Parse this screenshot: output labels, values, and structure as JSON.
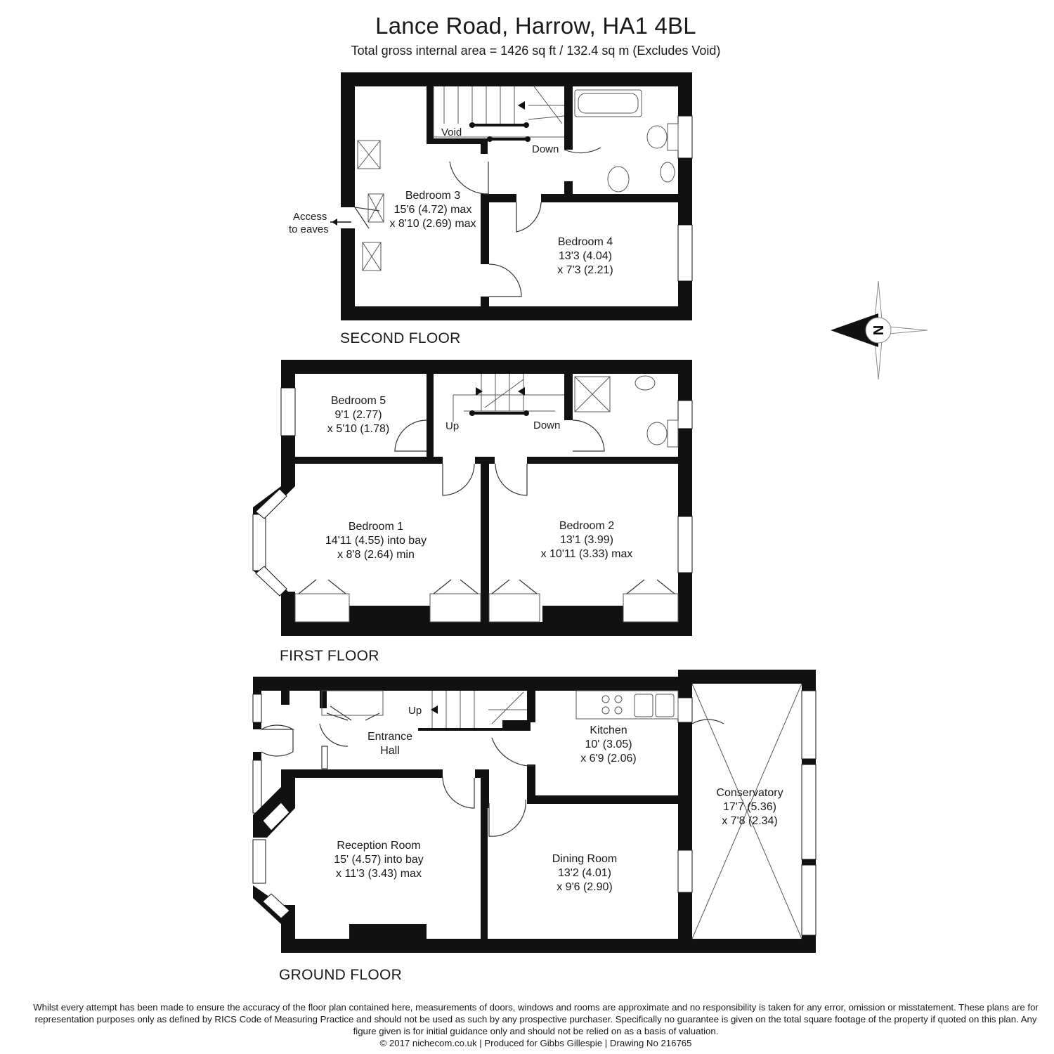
{
  "header": {
    "title": "Lance Road, Harrow, HA1 4BL",
    "subtitle": "Total gross internal area =  1426 sq ft / 132.4 sq m (Excludes Void)"
  },
  "floors": {
    "second": "SECOND FLOOR",
    "first": "FIRST FLOOR",
    "ground": "GROUND FLOOR"
  },
  "rooms": {
    "bedroom3": [
      "Bedroom 3",
      "15'6 (4.72) max",
      "x 8'10 (2.69) max"
    ],
    "bedroom4": [
      "Bedroom 4",
      "13'3 (4.04)",
      "x 7'3 (2.21)"
    ],
    "bedroom5": [
      "Bedroom 5",
      "9'1 (2.77)",
      "x 5'10 (1.78)"
    ],
    "bedroom1": [
      "Bedroom 1",
      "14'11 (4.55) into bay",
      "x 8'8 (2.64) min"
    ],
    "bedroom2": [
      "Bedroom 2",
      "13'1 (3.99)",
      "x 10'11 (3.33) max"
    ],
    "kitchen": [
      "Kitchen",
      "10' (3.05)",
      "x 6'9 (2.06)"
    ],
    "entrance": [
      "Entrance",
      "Hall"
    ],
    "conservatory": [
      "Conservatory",
      "17'7 (5.36)",
      "x 7'8 (2.34)"
    ],
    "reception": [
      "Reception Room",
      "15' (4.57) into bay",
      "x 11'3 (3.43) max"
    ],
    "dining": [
      "Dining Room",
      "13'2 (4.01)",
      "x 9'6 (2.90)"
    ]
  },
  "labels": {
    "void": "Void",
    "down": "Down",
    "up": "Up",
    "access": [
      "Access",
      "to eaves"
    ],
    "north": "N"
  },
  "footer": {
    "disclaimer": "Whilst every attempt has been made to ensure the accuracy of the floor plan contained here, measurements of doors, windows and rooms are approximate and no responsibility is taken for any error, omission or misstatement. These plans are for representation purposes only as defined by RICS Code of Measuring Practice and should not be used as such by any prospective purchaser. Specifically no guarantee is given on the total square footage of the property if quoted on this plan. Any figure given is for initial guidance only and should not be relied on as a basis of valuation.",
    "credits": "© 2017 nichecom.co.uk  |  Produced for Gibbs Gillespie  |  Drawing No 216765"
  }
}
